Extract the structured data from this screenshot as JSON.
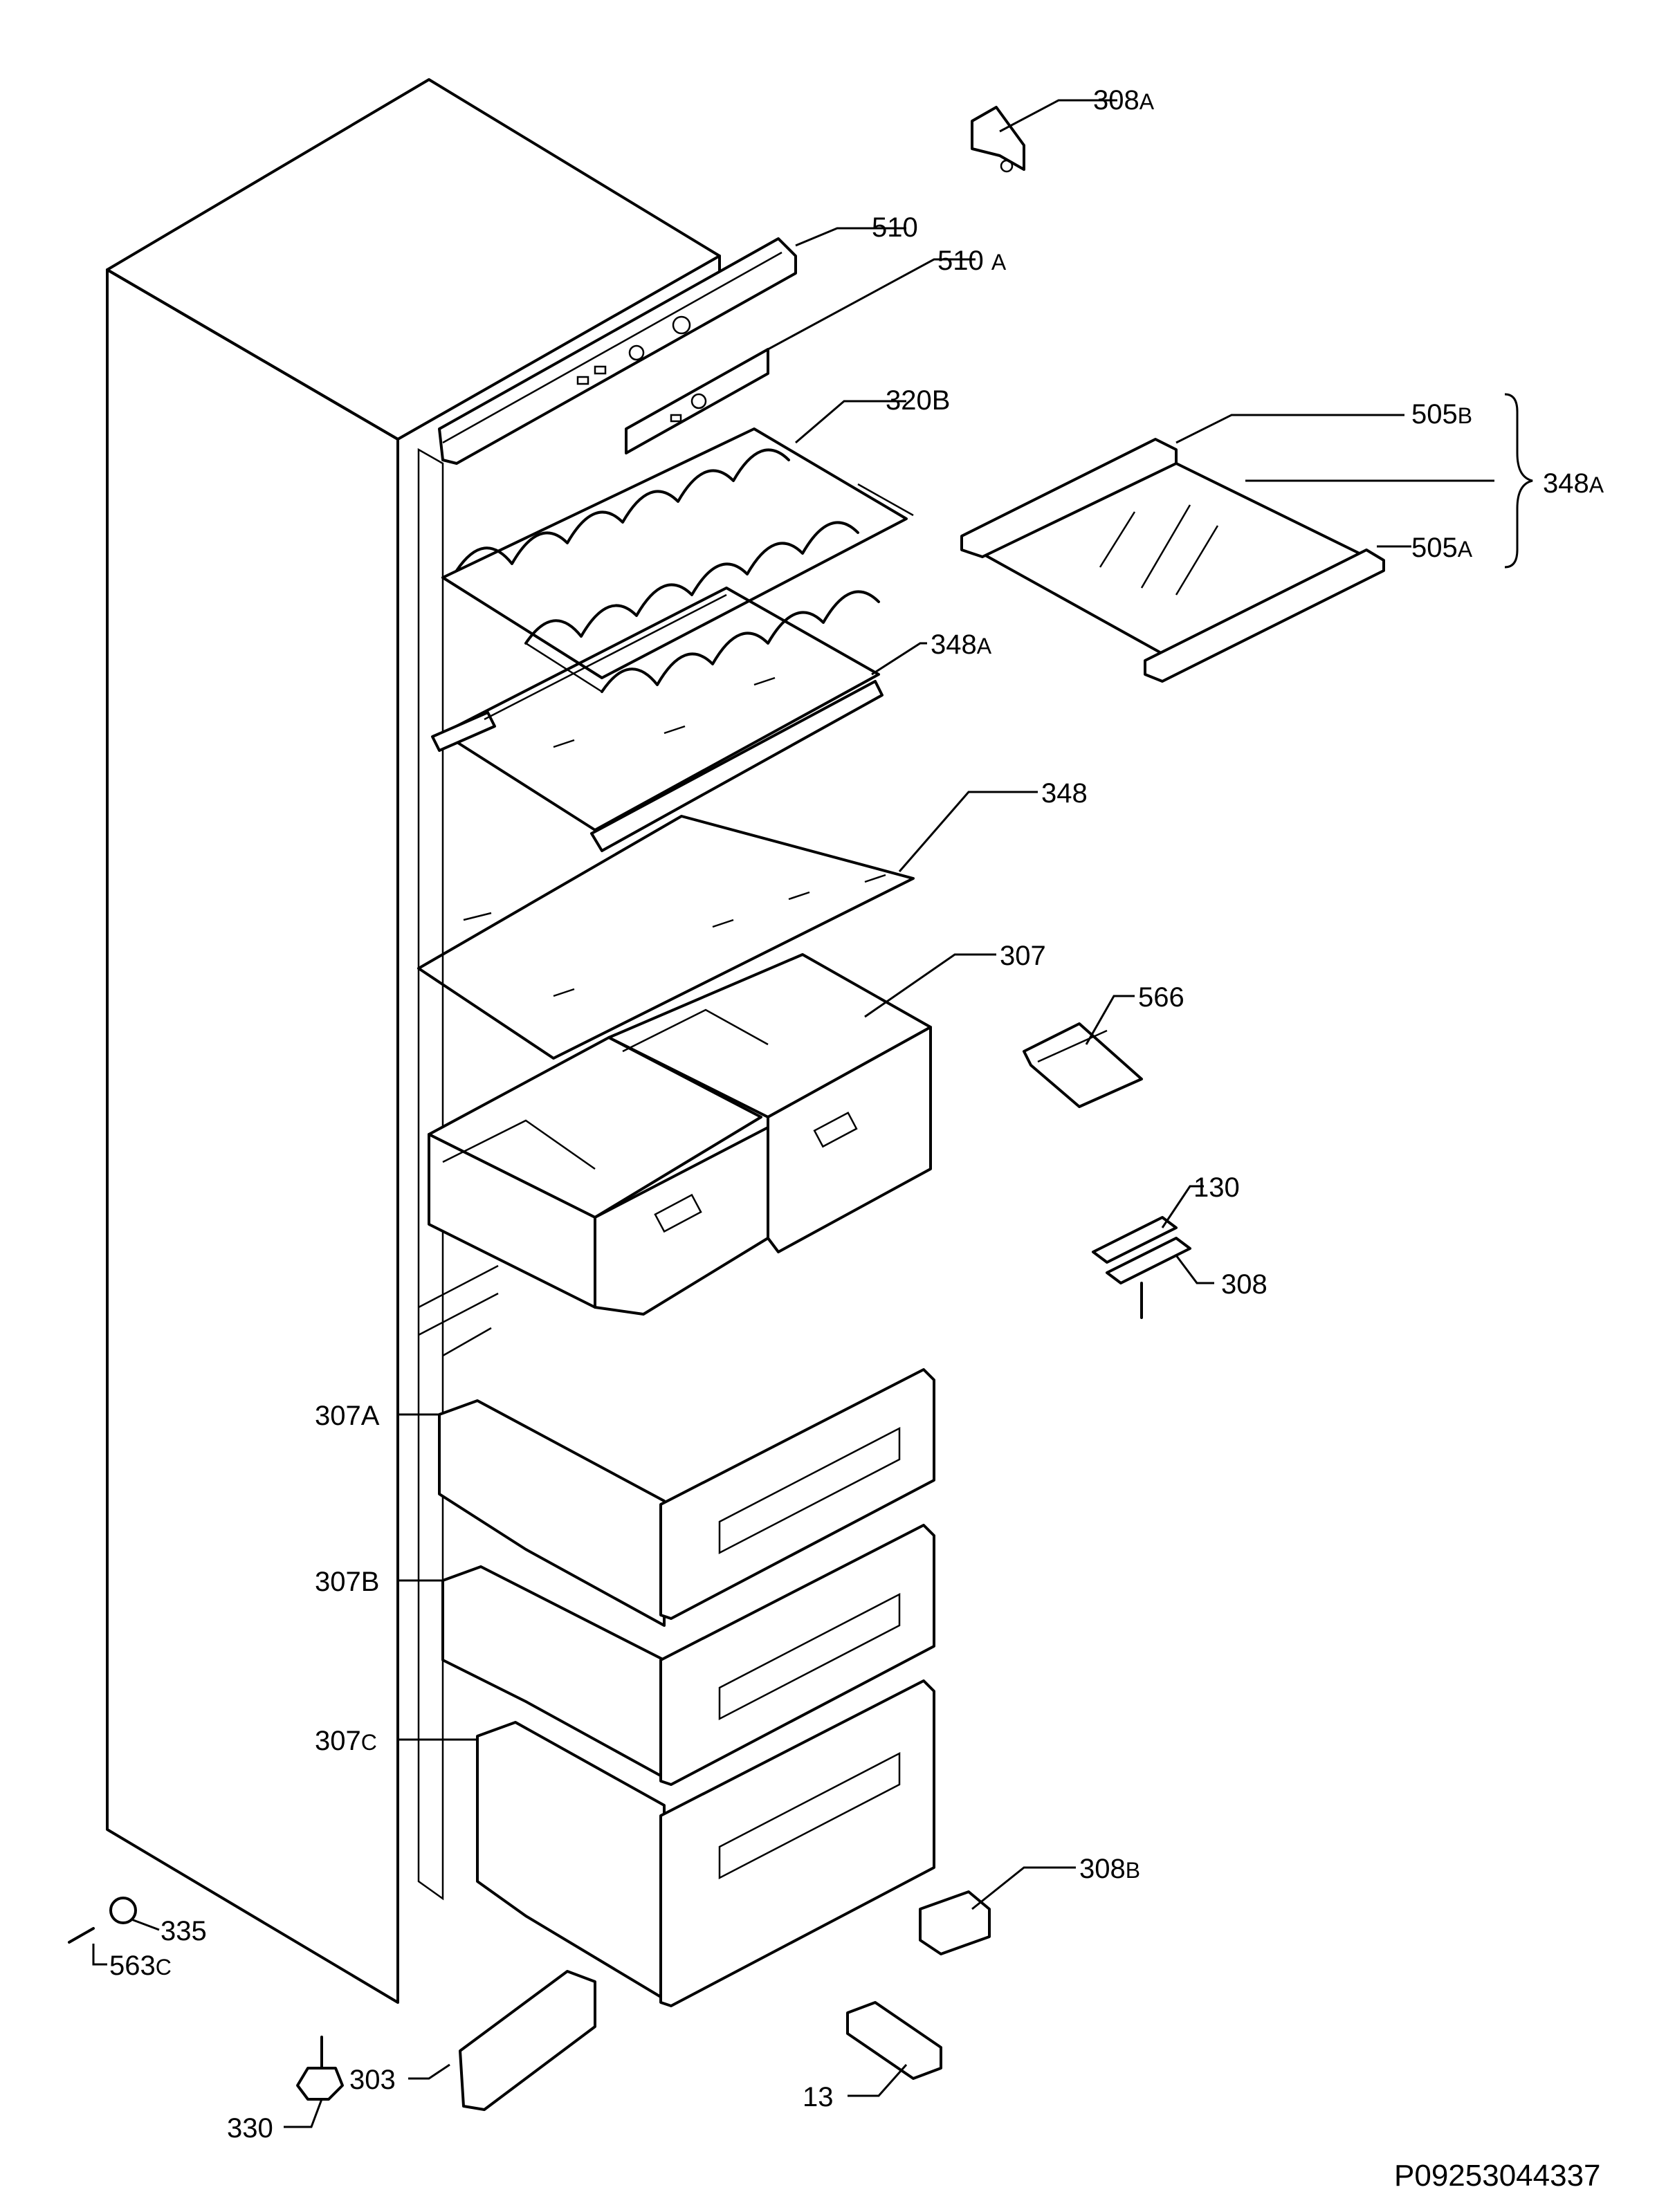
{
  "callouts": [
    {
      "id": "308A-hinge",
      "main": "308",
      "sub": "A"
    },
    {
      "id": "510",
      "main": "510",
      "sub": ""
    },
    {
      "id": "510A",
      "main": "510 ",
      "sub": "A"
    },
    {
      "id": "320B",
      "main": "320B",
      "sub": ""
    },
    {
      "id": "505B",
      "main": "505",
      "sub": "B"
    },
    {
      "id": "348A-group",
      "main": "348",
      "sub": "A"
    },
    {
      "id": "505A",
      "main": "505",
      "sub": "A"
    },
    {
      "id": "348A",
      "main": "348",
      "sub": "A"
    },
    {
      "id": "348",
      "main": "348",
      "sub": ""
    },
    {
      "id": "307",
      "main": "307",
      "sub": ""
    },
    {
      "id": "566",
      "main": "566",
      "sub": ""
    },
    {
      "id": "130",
      "main": "130",
      "sub": ""
    },
    {
      "id": "308",
      "main": "308",
      "sub": ""
    },
    {
      "id": "307A",
      "main": "307A",
      "sub": ""
    },
    {
      "id": "307B",
      "main": "307B",
      "sub": ""
    },
    {
      "id": "307C",
      "main": "307",
      "sub": "C"
    },
    {
      "id": "308B",
      "main": "308",
      "sub": "B"
    },
    {
      "id": "335",
      "main": "335",
      "sub": ""
    },
    {
      "id": "563C",
      "main": "563",
      "sub": "C"
    },
    {
      "id": "303",
      "main": "303",
      "sub": ""
    },
    {
      "id": "330",
      "main": "330",
      "sub": ""
    },
    {
      "id": "13",
      "main": "13",
      "sub": ""
    }
  ],
  "drawing_code": "P09253044337"
}
